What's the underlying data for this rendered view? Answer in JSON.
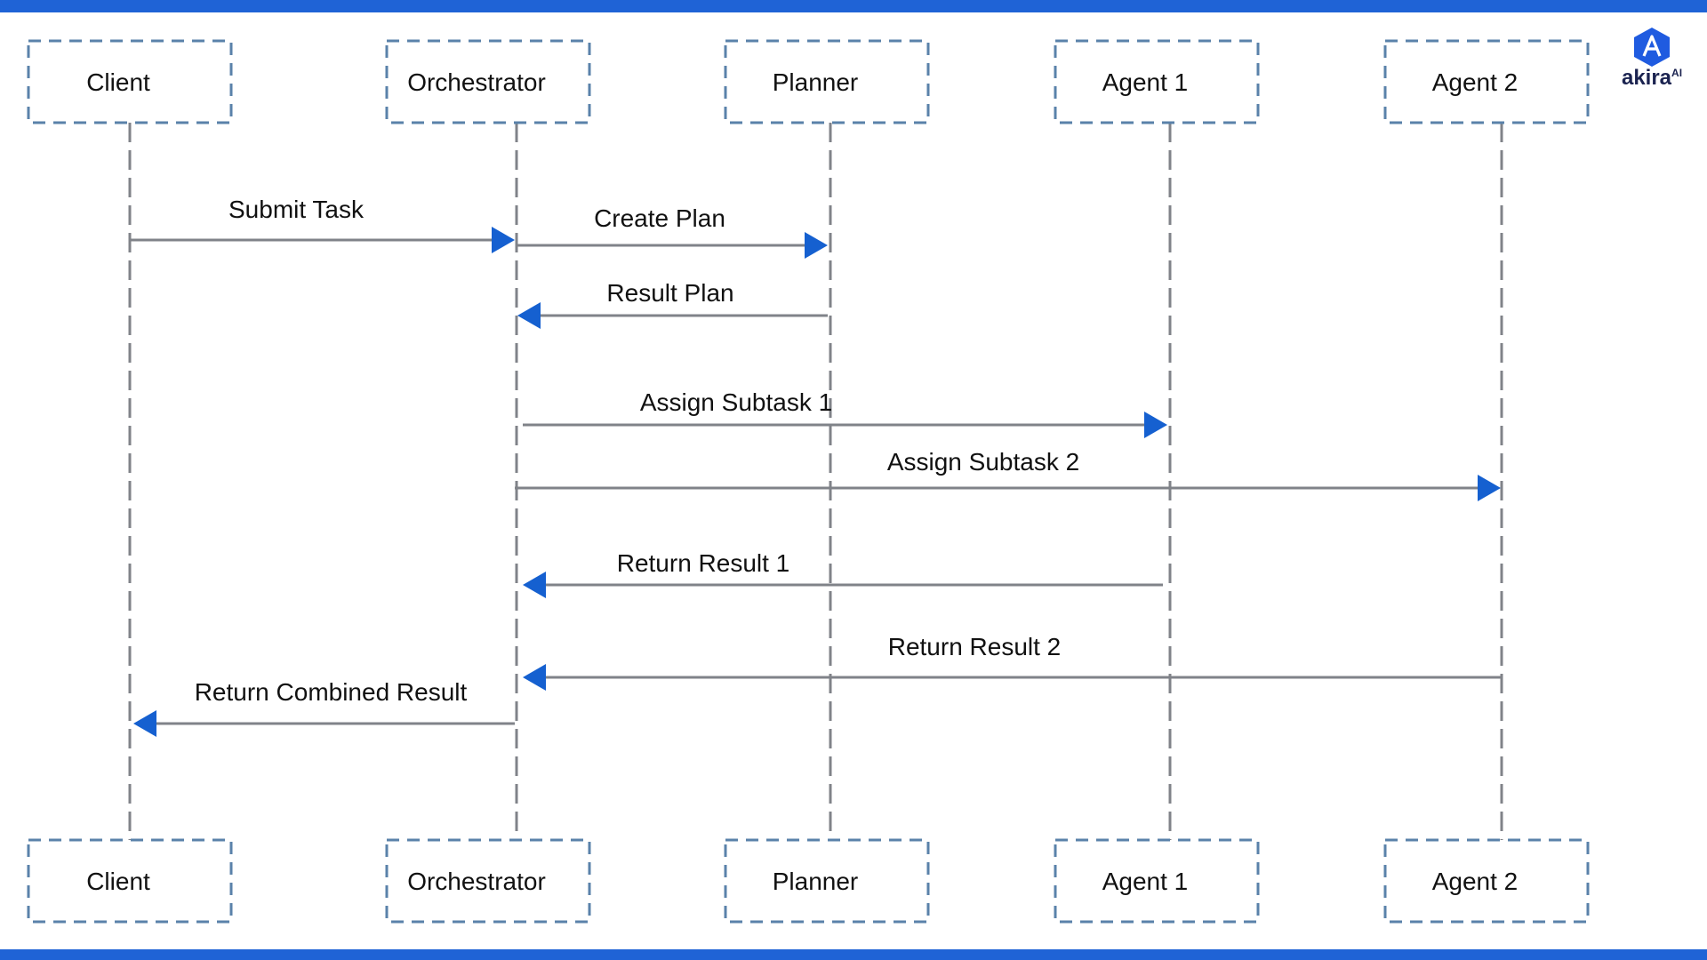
{
  "participants": [
    "Client",
    "Orchestrator",
    "Planner",
    "Agent 1",
    "Agent 2"
  ],
  "messages": [
    {
      "label": "Submit Task",
      "from": "Client",
      "to": "Orchestrator"
    },
    {
      "label": "Create Plan",
      "from": "Orchestrator",
      "to": "Planner"
    },
    {
      "label": "Result Plan",
      "from": "Planner",
      "to": "Orchestrator"
    },
    {
      "label": "Assign Subtask 1",
      "from": "Orchestrator",
      "to": "Agent 1"
    },
    {
      "label": "Assign Subtask 2",
      "from": "Orchestrator",
      "to": "Agent 2"
    },
    {
      "label": "Return Result 1",
      "from": "Agent 1",
      "to": "Orchestrator"
    },
    {
      "label": "Return Result 2",
      "from": "Agent 2",
      "to": "Orchestrator"
    },
    {
      "label": "Return Combined Result",
      "from": "Orchestrator",
      "to": "Client"
    }
  ],
  "logo": {
    "name": "akira",
    "suffix": "AI"
  },
  "colors": {
    "accent": "#1f63d6",
    "arrow": "#1560d0",
    "box_border": "#5a82aa",
    "line": "#808389"
  }
}
